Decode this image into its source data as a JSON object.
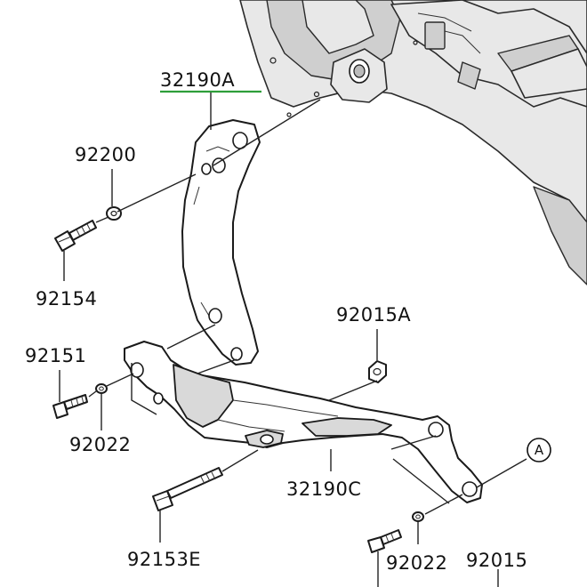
{
  "diagram": {
    "accent_color": "#2e9e3a",
    "parts": [
      {
        "id": "p32190A",
        "label": "32190A"
      },
      {
        "id": "p92200",
        "label": "92200"
      },
      {
        "id": "p92154",
        "label": "92154"
      },
      {
        "id": "p92015A",
        "label": "92015A"
      },
      {
        "id": "p92151",
        "label": "92151"
      },
      {
        "id": "p92022a",
        "label": "92022"
      },
      {
        "id": "p32190C",
        "label": "32190C"
      },
      {
        "id": "p92153E",
        "label": "92153E"
      },
      {
        "id": "p92022b",
        "label": "92022"
      },
      {
        "id": "p92015",
        "label": "92015"
      }
    ],
    "callout": {
      "letter": "A"
    }
  }
}
